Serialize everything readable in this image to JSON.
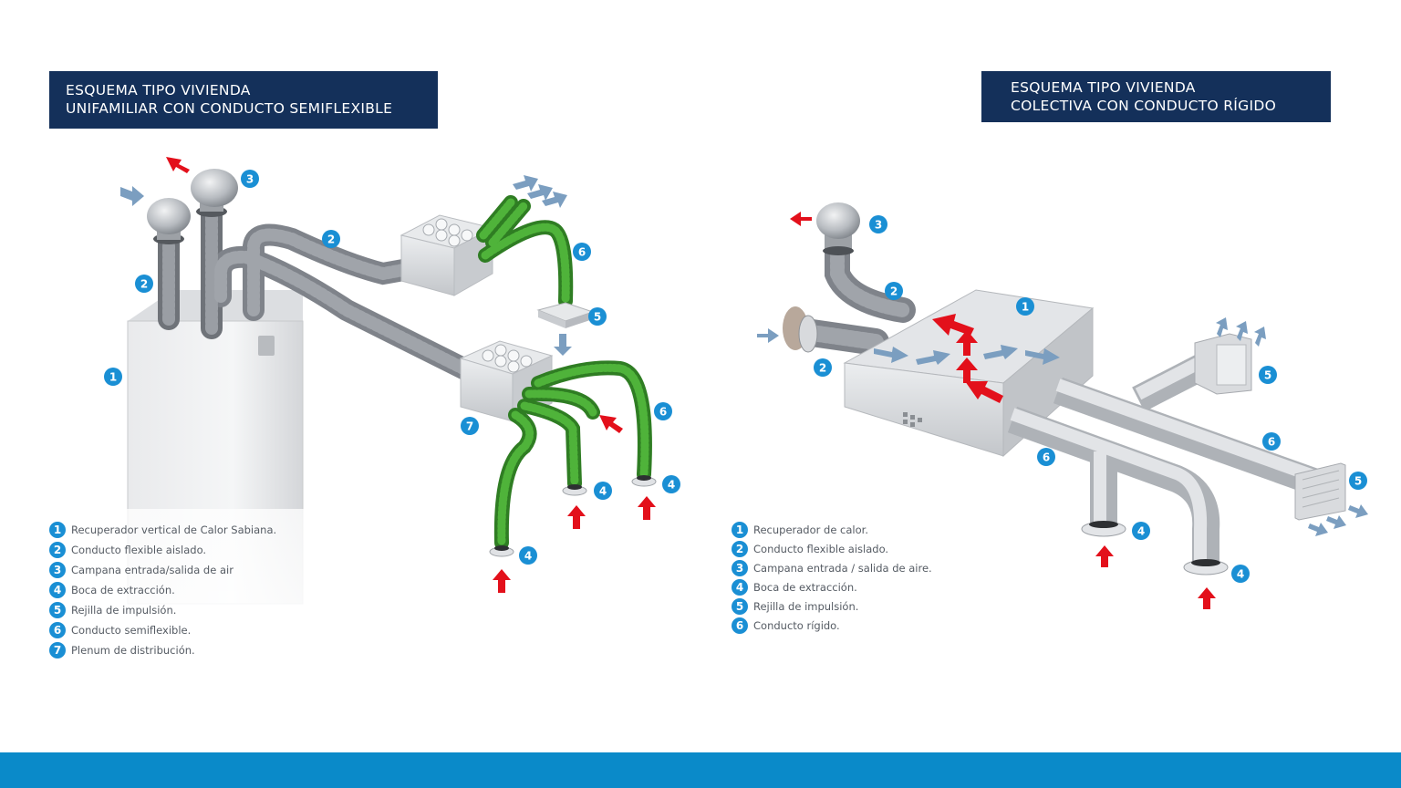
{
  "left_scheme": {
    "title_line1": "ESQUEMA TIPO VIVIENDA",
    "title_line2": "UNIFAMILIAR CON CONDUCTO SEMIFLEXIBLE",
    "legend": [
      {
        "num": "1",
        "text": "Recuperador vertical de Calor Sabiana."
      },
      {
        "num": "2",
        "text": "Conducto flexible aislado."
      },
      {
        "num": "3",
        "text": "Campana entrada/salida de air"
      },
      {
        "num": "4",
        "text": "Boca de extracción."
      },
      {
        "num": "5",
        "text": "Rejilla de impulsión."
      },
      {
        "num": "6",
        "text": "Conducto semiflexible."
      },
      {
        "num": "7",
        "text": "Plenum de distribución."
      }
    ],
    "callouts": [
      "1",
      "2",
      "2",
      "3",
      "4",
      "4",
      "4",
      "5",
      "6",
      "6",
      "7"
    ]
  },
  "right_scheme": {
    "title_line1": "ESQUEMA TIPO VIVIENDA",
    "title_line2": "COLECTIVA CON CONDUCTO RÍGIDO",
    "legend": [
      {
        "num": "1",
        "text": "Recuperador de calor."
      },
      {
        "num": "2",
        "text": "Conducto flexible aislado."
      },
      {
        "num": "3",
        "text": "Campana entrada / salida de aire."
      },
      {
        "num": "4",
        "text": "Boca de extracción."
      },
      {
        "num": "5",
        "text": "Rejilla de impulsión."
      },
      {
        "num": "6",
        "text": "Conducto rígido."
      }
    ],
    "callouts": [
      "1",
      "2",
      "2",
      "3",
      "4",
      "4",
      "5",
      "5",
      "6",
      "6"
    ]
  },
  "colors": {
    "title_bg": "#14305a",
    "callout_blue": "#1a8fd4",
    "footer_blue": "#0a8ac9",
    "exhaust_arrow_red": "#e3101b",
    "supply_arrow_blue": "#7b9ec0",
    "semiflexible_duct_green": "#3d9a2e",
    "insulated_duct_grey": "#8a8e94",
    "rigid_duct_silver": "#c9ccd0"
  }
}
